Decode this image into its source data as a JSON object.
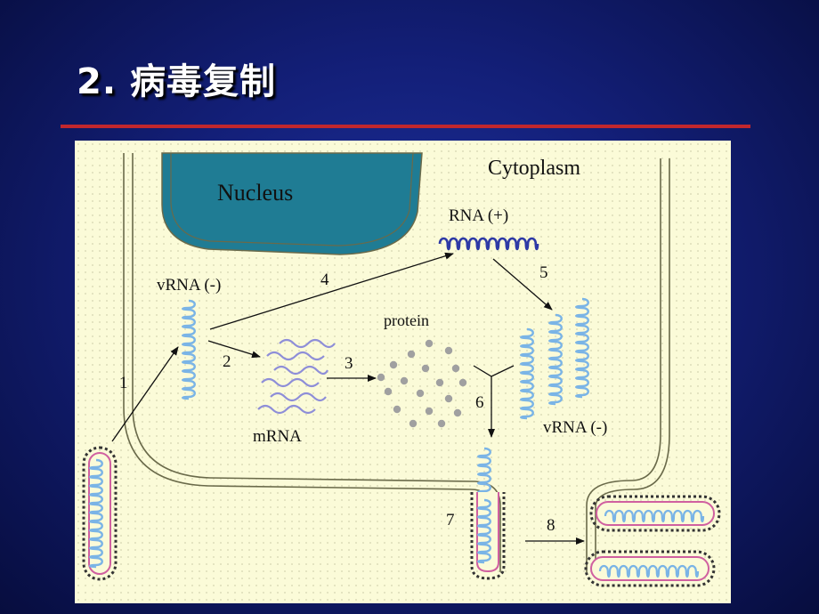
{
  "slide": {
    "title": "2. 病毒复制"
  },
  "diagram": {
    "labels": {
      "nucleus": "Nucleus",
      "cytoplasm": "Cytoplasm",
      "rna_plus": "RNA (+)",
      "vrna_left": "vRNA (-)",
      "protein": "protein",
      "mrna": "mRNA",
      "vrna_right": "vRNA (-)"
    },
    "steps": [
      "1",
      "2",
      "3",
      "4",
      "5",
      "6",
      "7",
      "8"
    ],
    "colors": {
      "nucleus": "#1f7c94",
      "rna_strand": "#7ab4e6",
      "mrna": "#8e8ed8",
      "rna_plus": "#2e3aa6",
      "capsid_outline": "#d060a0",
      "protein": "#a0a0a0"
    }
  }
}
